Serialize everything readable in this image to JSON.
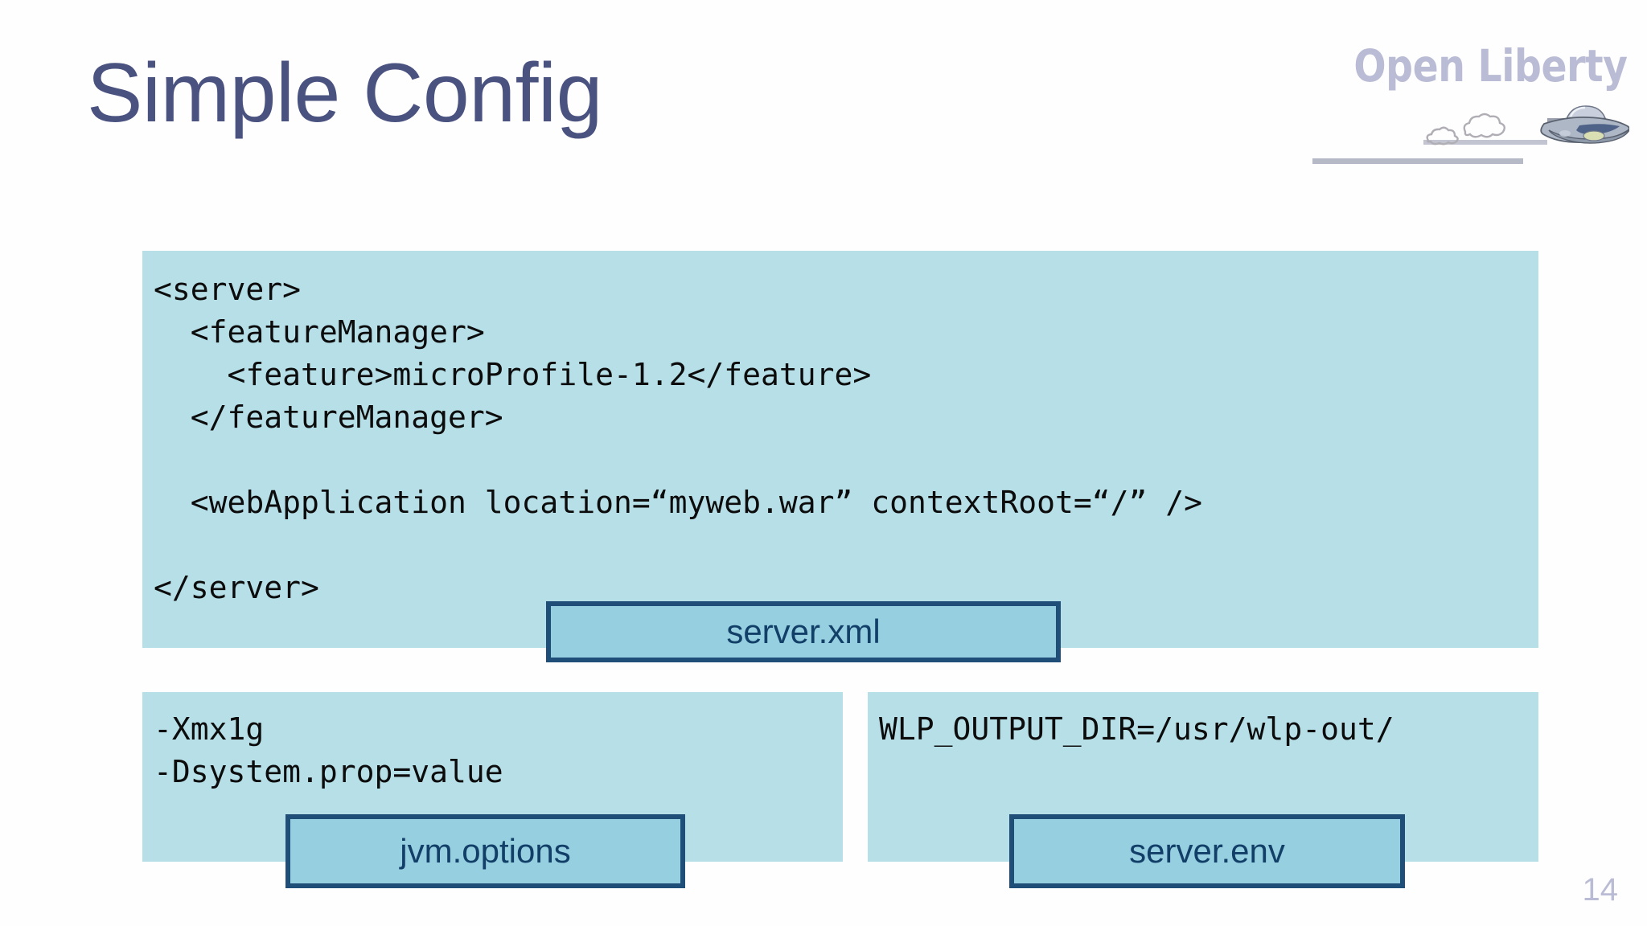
{
  "slide": {
    "title": "Simple Config",
    "page_number": "14",
    "title_color": "#4a5280",
    "code_panel_bg": "#b7dfe8",
    "label_box_bg": "#96cfe0",
    "label_box_border": "#1f4e79",
    "label_text_color": "#123f68"
  },
  "logo": {
    "wordmark": "Open Liberty",
    "wordmark_color": "#b9bcd4",
    "art_name": "ufo-spaceship-with-clouds-and-speed-lines"
  },
  "panels": [
    {
      "id": "server-xml",
      "code": "<server>\n  <featureManager>\n    <feature>microProfile-1.2</feature>\n  </featureManager>\n\n  <webApplication location=“myweb.war” contextRoot=“/” />\n\n</server>",
      "label": "server.xml"
    },
    {
      "id": "jvm-options",
      "code": "-Xmx1g\n-Dsystem.prop=value",
      "label": "jvm.options"
    },
    {
      "id": "server-env",
      "code": "WLP_OUTPUT_DIR=/usr/wlp-out/",
      "label": "server.env"
    }
  ]
}
